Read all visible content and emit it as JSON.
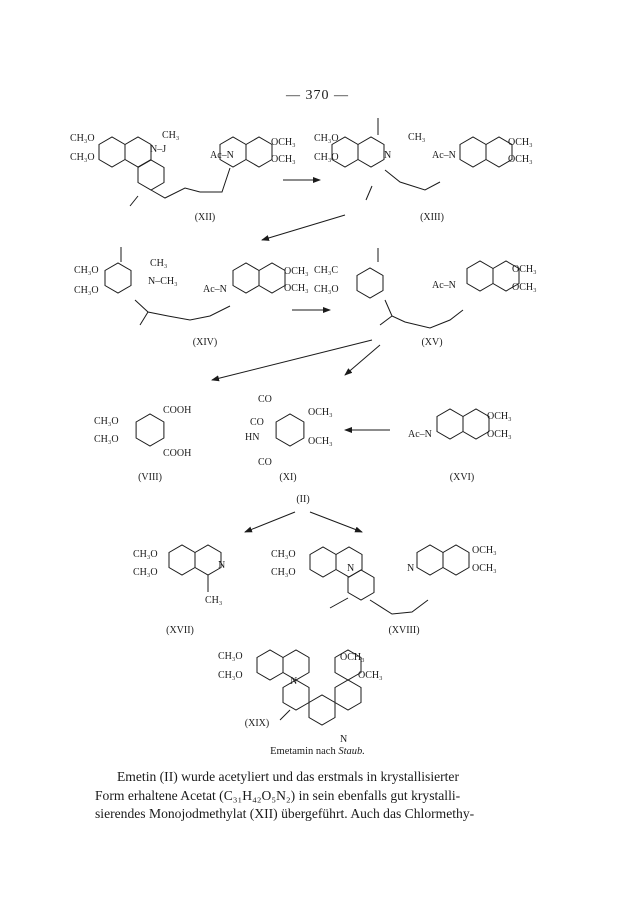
{
  "page_number": "— 370 —",
  "groups": {
    "och3": "OCH₃",
    "ch3o": "CH₃O",
    "ch3": "CH₃",
    "ac_n": "Ac–N",
    "n": "N",
    "nj": "N–J",
    "nch3": "N–CH₃",
    "cooh": "COOH",
    "co": "CO",
    "hn": "HN",
    "ch3c": "CH₃C"
  },
  "compounds": {
    "XII": "(XII)",
    "XIII": "(XIII)",
    "XIV": "(XIV)",
    "XV": "(XV)",
    "VIII": "(VIII)",
    "XI": "(XI)",
    "XVI": "(XVI)",
    "II": "(II)",
    "XVII": "(XVII)",
    "XVIII": "(XVIII)",
    "XIX": "(XIX)"
  },
  "caption": {
    "prefix": "Emetamin nach ",
    "author": "Staub."
  },
  "paragraph": {
    "line1": "Emetin (II) wurde acetyliert und das erstmals in krystallisierter",
    "line2": "Form erhaltene Acetat (C₃₁H₄₂O₅N₂) in sein ebenfalls gut krystalli-",
    "line3": "sierendes Monojodmethylat (XII) übergeführt. Auch das Chlormethy-"
  }
}
